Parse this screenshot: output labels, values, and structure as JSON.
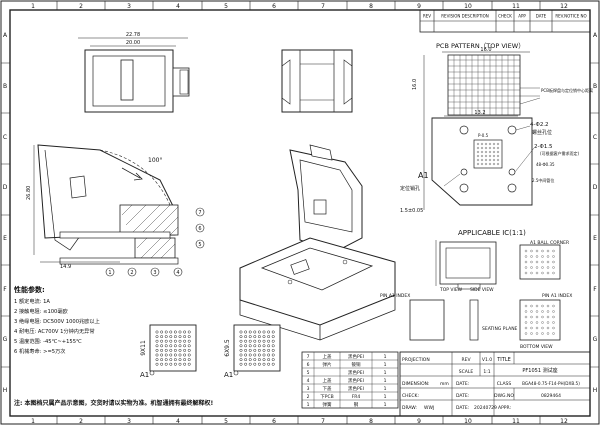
{
  "border": {
    "cols": [
      "1",
      "2",
      "3",
      "4",
      "5",
      "6",
      "7",
      "8",
      "9",
      "10",
      "11",
      "12"
    ],
    "rows": [
      "A",
      "B",
      "C",
      "D",
      "E",
      "F",
      "G",
      "H"
    ]
  },
  "revision_table": {
    "headers": [
      "REV",
      "REVISION DESCRIPTION",
      "CHECK",
      "APP",
      "DATE",
      "REV.NOTICE NO"
    ]
  },
  "dims": {
    "top_width": "22.78",
    "top_inner": "20.00",
    "angle": "100°",
    "side_height": "26.80",
    "side_base": "14.9",
    "pcb_title": "PCB PATTERN（TOP VIEW）",
    "pcb_w": "16.0",
    "pcb_w2": "13.2",
    "pcb_h": "16.0",
    "hole_label": "4-Φ2.2",
    "hole_note": "螺丝孔位",
    "pin_label": "2-Φ1.5",
    "pin_note": "2.5中间管位",
    "lead_label": "P-0.5",
    "a1_label": "A1",
    "pos_note": "定位销孔",
    "pos_dim": "1.5±0.05",
    "pad_note": "48-Φ0.35",
    "pad_note2": "(可根据客户需求而定)",
    "gap_note": "PCB板焊盘与定位销中心距离",
    "applicable": "APPLICABLE IC(1:1)",
    "ball_corner": "A1 BALL CORNER",
    "pin_index_1": "PIN A1 INDEX",
    "top_view": "TOP VIEW",
    "side_view": "SIDE VIEW",
    "pin_index_2": "PIN A1 INDEX",
    "seating": "SEATING PLANE",
    "bottom_view": "BOTTOM VIEW",
    "ic_9x11": "9X11",
    "ic_6x9": "6X9.5",
    "a1_left": "A1",
    "a1_right": "A1"
  },
  "specs": {
    "title": "性能参数:",
    "items": [
      "1  额定电流: 1A",
      "2  接触电阻: ≤100毫欧",
      "3  绝缘电阻: DC500V 1000兆欧以上",
      "4  耐电压:   AC700V 1分钟内无异常",
      "5  温度范围: -45℃~+155℃",
      "6  机械寿命: >=5万次"
    ]
  },
  "footnote": "注: 本图档只属产品示意图，交货时请以实物为准。机智通拥有最终解释权!",
  "parts_table": {
    "rows": [
      [
        "7",
        "上盖",
        "黑色PEI",
        "1"
      ],
      [
        "6",
        "弹片",
        "铍铜",
        "1"
      ],
      [
        "5",
        "",
        "黑色PEI",
        "1"
      ],
      [
        "4",
        "上盖",
        "黑色PEI",
        "1"
      ],
      [
        "3",
        "下盖",
        "黑色PEI",
        "1"
      ],
      [
        "2",
        "下PCB",
        "FR4",
        "1"
      ],
      [
        "1",
        "弹簧",
        "钢",
        "1"
      ]
    ]
  },
  "title_block": {
    "projection": "PROJECTION",
    "rev_label": "REV",
    "rev_value": "V1.0",
    "title_label": "TITLE",
    "product_name": "PF1051 测试座",
    "scale_label": "SCALE",
    "scale_value": "1:1",
    "class_label": "CLASS",
    "part_number": "BGA48-0.75-F14-PH(DXB.5)",
    "dimension_label": "DIMENSION:",
    "dimension_unit": "mm",
    "dwg_label": "DWG.NO",
    "dwg_value": "0829464",
    "date_label": "DATE:",
    "check_label": "CHECK:",
    "appr_label": "APPR:",
    "draw_label": "DRAW:",
    "draw_value": "WWJ",
    "date_value_label": "DATE:",
    "date_value": "20240729"
  }
}
